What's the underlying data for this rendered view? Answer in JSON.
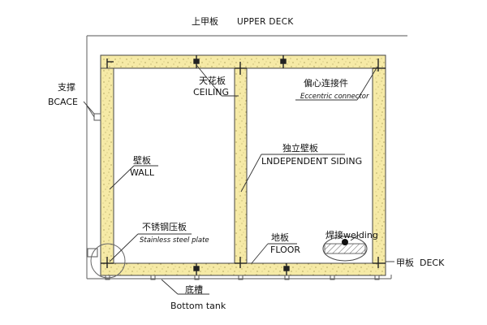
{
  "diagram": {
    "upper_deck": {
      "cn": "上甲板",
      "en": "UPPER DECK"
    },
    "deck": {
      "cn": "甲板",
      "en": "DECK"
    },
    "brace": {
      "cn": "支撑",
      "en": "BCACE"
    },
    "ceiling": {
      "cn": "天花板",
      "en": "CEILING"
    },
    "eccentric": {
      "cn": "偏心连接件",
      "en": "Eccentric connector"
    },
    "wall": {
      "cn": "壁板",
      "en": "WALL"
    },
    "independent_siding": {
      "cn": "独立壁板",
      "en": "LNDEPENDENT SIDING"
    },
    "stainless": {
      "cn": "不锈钢压板",
      "en": "Stainless steel plate"
    },
    "floor": {
      "cn": "地板",
      "en": "FLOOR"
    },
    "welding": {
      "cn": "焊接",
      "en": "welding"
    },
    "bottom_tank": {
      "cn": "底槽",
      "en": "Bottom tank"
    }
  },
  "colors": {
    "panel_fill": "#f6eaa6",
    "line": "#333333",
    "deck_line": "#777777"
  }
}
